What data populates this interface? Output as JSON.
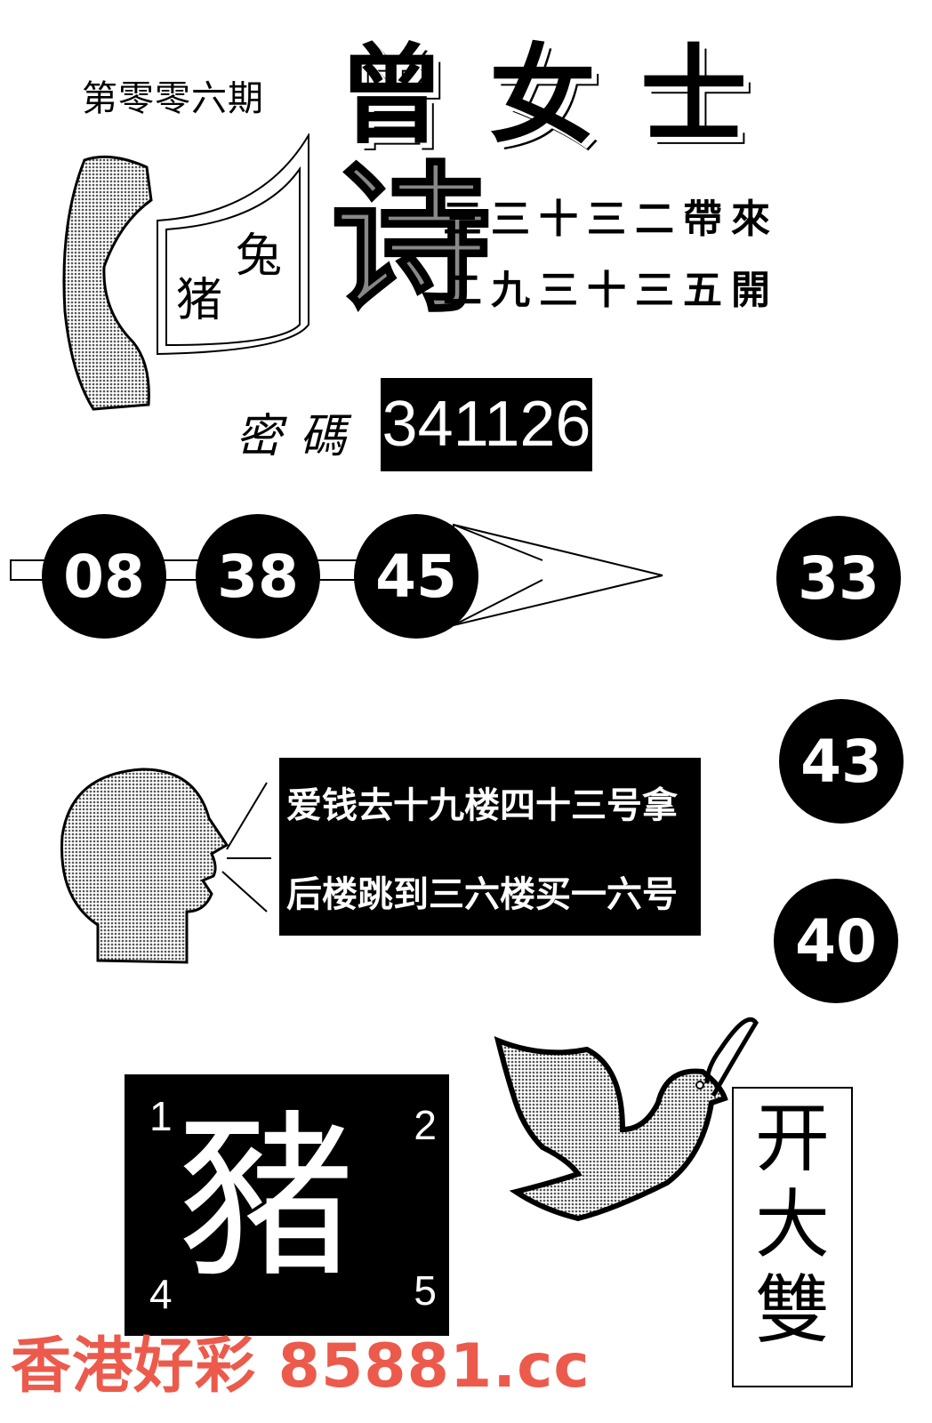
{
  "header": {
    "issue": "第零零六期",
    "title": "曾女士"
  },
  "card": {
    "top_char": "兔",
    "bottom_char": "猪"
  },
  "poem": {
    "label": "诗",
    "lines": [
      "三三十三二帶來",
      "二九三十三五開"
    ]
  },
  "secret_code": {
    "label": "密碼",
    "value": "341126"
  },
  "numbers": {
    "row": [
      "08",
      "38",
      "45"
    ],
    "column": [
      "33",
      "43",
      "40"
    ]
  },
  "message": {
    "lines": [
      "爱钱去十九楼四十三号拿",
      "后楼跳到三六楼买一六号"
    ]
  },
  "zodiac_box": {
    "char": "豬",
    "corners": [
      "1",
      "2",
      "4",
      "5"
    ]
  },
  "side_box": {
    "chars": [
      "开",
      "大",
      "雙"
    ]
  },
  "watermark": "香港好彩  85881.cc",
  "colors": {
    "watermark": "#ec5a4c",
    "ink": "#000000",
    "halftone": "#9a9a9a"
  }
}
